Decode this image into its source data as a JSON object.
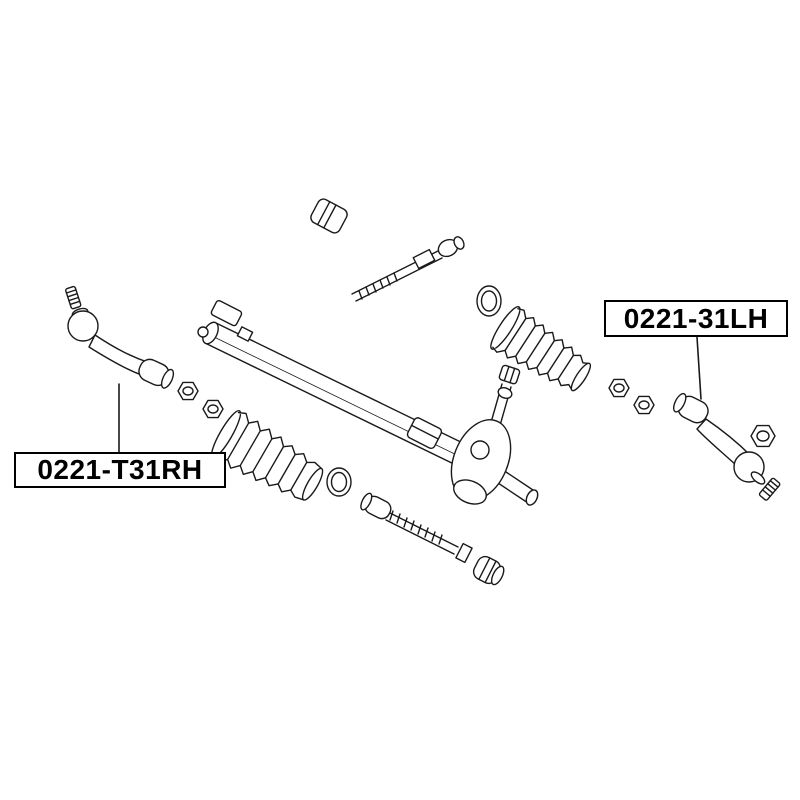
{
  "diagram": {
    "background": "#ffffff",
    "line_color": "#1a1a1a",
    "label_border_color": "#000000",
    "labels": {
      "left": {
        "text": "0221-T31RH"
      },
      "right": {
        "text": "0221-31LH"
      }
    },
    "parts": [
      "tie-rod-end-left",
      "tie-rod-end-right",
      "steering-rack",
      "pinion-housing",
      "rack-boot-left",
      "rack-boot-right",
      "boot-clamp-ring-upper",
      "boot-clamp-ring-lower",
      "inner-tie-rod-upper",
      "inner-tie-rod-lower",
      "rack-mount-bushing",
      "lock-nut-pair-left",
      "lock-nut-pair-right",
      "castle-nut-right"
    ]
  }
}
